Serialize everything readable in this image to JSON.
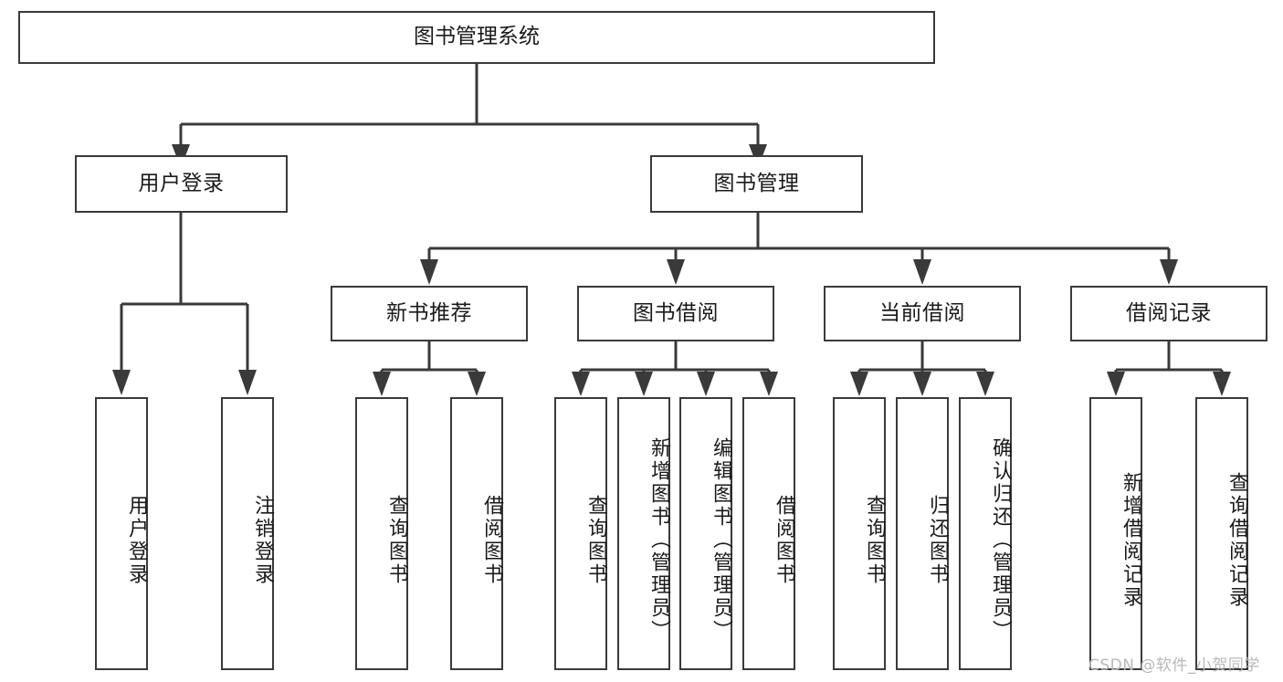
{
  "diagram": {
    "type": "tree-hierarchy",
    "title": "图书管理系统",
    "orientation": "top-down",
    "stroke_color": "#3a3a3a",
    "fill_color": "#ffffff",
    "text_color": "#1a1a1a"
  },
  "root": {
    "label": "图书管理系统"
  },
  "level2": [
    {
      "id": "user-login",
      "label": "用户登录"
    },
    {
      "id": "book-manage",
      "label": "图书管理"
    }
  ],
  "level3": [
    {
      "id": "new-book-recommend",
      "label": "新书推荐"
    },
    {
      "id": "book-borrow",
      "label": "图书借阅"
    },
    {
      "id": "current-borrow",
      "label": "当前借阅"
    },
    {
      "id": "borrow-record",
      "label": "借阅记录"
    }
  ],
  "leaves": {
    "user_login": [
      {
        "id": "leaf-user-login",
        "label": "用户登录"
      },
      {
        "id": "leaf-logout-login",
        "label": "注销登录"
      }
    ],
    "new_book_recommend": [
      {
        "id": "leaf-query-book-1",
        "label": "查询图书"
      },
      {
        "id": "leaf-borrow-book-1",
        "label": "借阅图书"
      }
    ],
    "book_borrow": [
      {
        "id": "leaf-query-book-2",
        "label": "查询图书"
      },
      {
        "id": "leaf-add-book",
        "label": "新增图书（管理员）"
      },
      {
        "id": "leaf-edit-book",
        "label": "编辑图书（管理员）"
      },
      {
        "id": "leaf-borrow-book-2",
        "label": "借阅图书"
      }
    ],
    "current_borrow": [
      {
        "id": "leaf-query-book-3",
        "label": "查询图书"
      },
      {
        "id": "leaf-return-book",
        "label": "归还图书"
      },
      {
        "id": "leaf-confirm-return",
        "label": "确认归还（管理员）"
      }
    ],
    "borrow_record": [
      {
        "id": "leaf-add-record",
        "label": "新增借阅记录"
      },
      {
        "id": "leaf-query-record",
        "label": "查询借阅记录"
      }
    ]
  },
  "watermark": {
    "text": "CSDN @软件_小贺同学"
  }
}
